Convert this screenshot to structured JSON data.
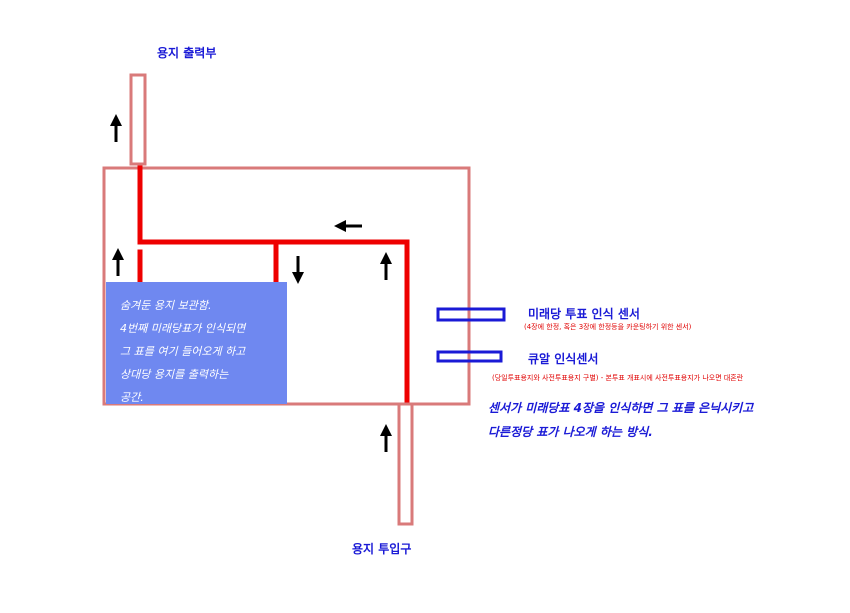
{
  "labels": {
    "paper_output": "용지 출력부",
    "paper_input": "용지 투입구"
  },
  "sensors": {
    "future_party": {
      "title": "미래당 투표 인식 센서",
      "note": "(4장에 한정, 혹은 3장에 한정등을 카운팅하기 위한 센서)"
    },
    "qr": {
      "title": "큐알 인식센서",
      "note": "(당일투표용지와 사전투표용지 구별) - 본투표 개표시에 사전투표용지가 나오면 대혼란"
    }
  },
  "storage": {
    "lines": [
      "숨겨둔 용지 보관함.",
      "4번째 미래당표가 인식되면",
      "그 표를 여기 들어오게 하고",
      "상대당 용지를 출력하는",
      "공간."
    ]
  },
  "method": {
    "lines": [
      "센서가 미래당표 4장을 인식하면 그 표를 은닉시키고",
      "다른정당 표가 나오게 하는 방식."
    ]
  },
  "arrows": {
    "up": "up-arrow",
    "down": "down-arrow",
    "left": "left-arrow"
  },
  "colors": {
    "frame": "#d97a7a",
    "path": "#ee0000",
    "storage": "#6f88f0",
    "sensor": "#1a1ad6",
    "text_blue": "#1a1ad6",
    "note_red": "#e00000"
  }
}
